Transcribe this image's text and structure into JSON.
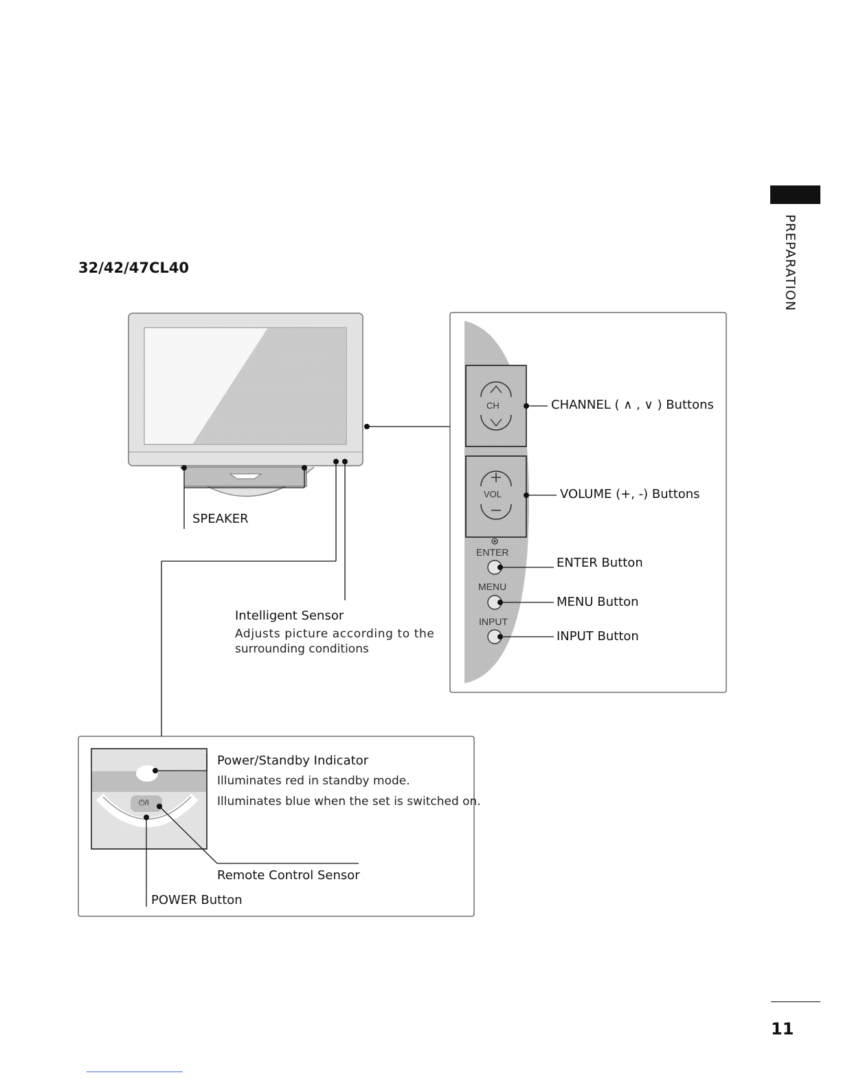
{
  "model_title": "32/42/47CL40",
  "side_tab": {
    "label": "PREPARATION"
  },
  "page_number": "11",
  "front_view": {
    "speaker_label": "SPEAKER",
    "sensor": {
      "title": "Intelligent Sensor",
      "desc_line1": "Adjusts picture according to the",
      "desc_line2": "surrounding conditions"
    }
  },
  "side_panel": {
    "ch_text": "CH",
    "vol_text": "VOL",
    "enter_text": "ENTER",
    "menu_text": "MENU",
    "input_text": "INPUT",
    "channel_label": "CHANNEL ( ∧ , ∨ ) Buttons",
    "volume_label": "VOLUME (+, -) Buttons",
    "enter_label": "ENTER Button",
    "menu_label": "MENU Button",
    "input_label": "INPUT Button"
  },
  "bottom_panel": {
    "indicator_title": "Power/Standby Indicator",
    "indicator_desc1": "Illuminates red in standby mode.",
    "indicator_desc2": "Illuminates blue when the set is switched on.",
    "remote_label": "Remote Control Sensor",
    "power_label": "POWER Button",
    "power_symbol": "⏻/I"
  },
  "colors": {
    "ink": "#111111",
    "panel_gray": "#c8c8c8",
    "link_blue": "#4a6fd6"
  }
}
